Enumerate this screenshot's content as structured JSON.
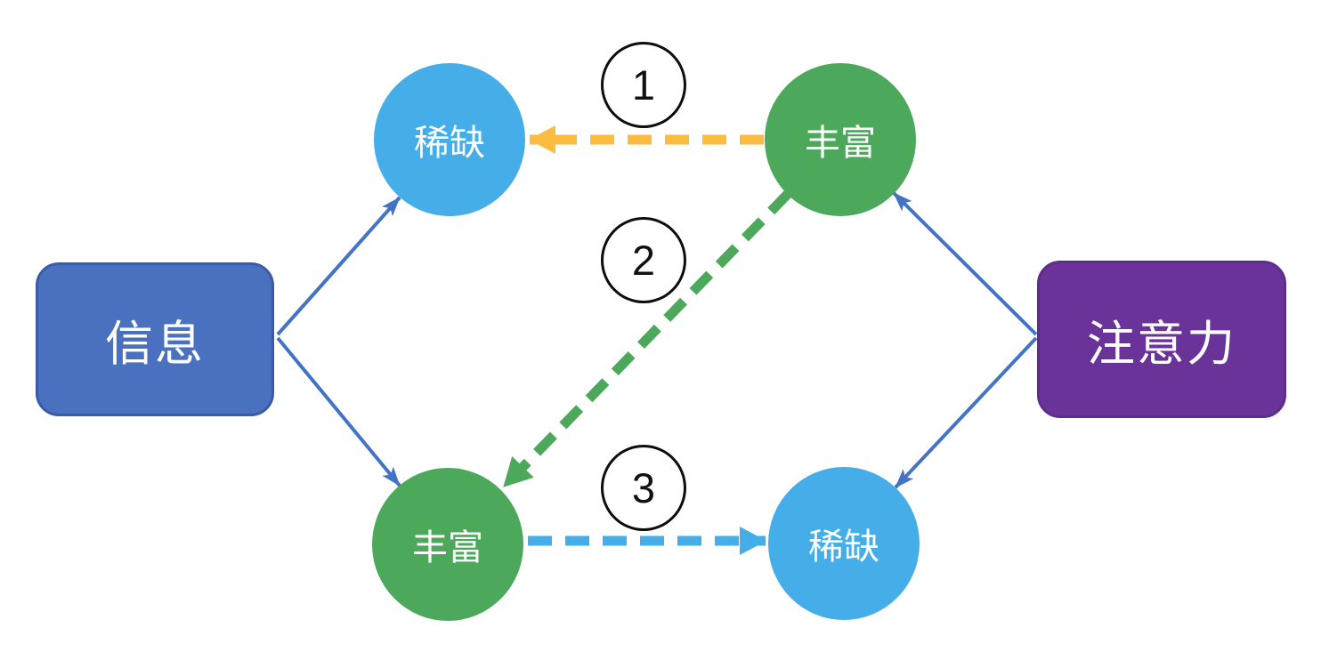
{
  "diagram": {
    "left_box": {
      "label": "信息"
    },
    "right_box": {
      "label": "注意力"
    },
    "nodes": [
      {
        "id": "top-left",
        "label": "稀缺",
        "color": "#45ADE8"
      },
      {
        "id": "top-right",
        "label": "丰富",
        "color": "#4CA85A"
      },
      {
        "id": "bottom-left",
        "label": "丰富",
        "color": "#4CA85A"
      },
      {
        "id": "bottom-right",
        "label": "稀缺",
        "color": "#45ADE8"
      }
    ],
    "badges": [
      {
        "label": "1"
      },
      {
        "label": "2"
      },
      {
        "label": "3"
      }
    ],
    "arrows": {
      "solid": [
        {
          "from": "info-box",
          "to": "node-top-left",
          "color": "#4472C4",
          "style": "solid"
        },
        {
          "from": "info-box",
          "to": "node-bottom-left",
          "color": "#4472C4",
          "style": "solid"
        },
        {
          "from": "attention-box",
          "to": "node-top-right",
          "color": "#4472C4",
          "style": "solid"
        },
        {
          "from": "attention-box",
          "to": "node-bottom-right",
          "color": "#4472C4",
          "style": "solid"
        }
      ],
      "dashed": [
        {
          "number": "1",
          "from": "node-top-right",
          "to": "node-top-left",
          "color": "#FABD42",
          "style": "dashed"
        },
        {
          "number": "2",
          "from": "node-top-right",
          "to": "node-bottom-left",
          "color": "#4CA85A",
          "style": "dashed"
        },
        {
          "number": "3",
          "from": "node-bottom-left",
          "to": "node-bottom-right",
          "color": "#45ADE8",
          "style": "dashed"
        }
      ]
    },
    "colors": {
      "info_box_fill": "#4A70C0",
      "info_box_border": "#3A5CA6",
      "attention_box_fill": "#6A3399",
      "attention_box_border": "#5E2D89",
      "node_blue": "#45ADE8",
      "node_green": "#4CA85A",
      "solid_arrow": "#4472C4",
      "dashed_arrow_yellow": "#FABD42",
      "dashed_arrow_green": "#4CA85A",
      "dashed_arrow_blue": "#45ADE8",
      "badge_fill": "#FFFFFF",
      "badge_border": "#0D0D0D",
      "shape_text": "#FFFFFF",
      "background": "#FFFFFF"
    }
  }
}
